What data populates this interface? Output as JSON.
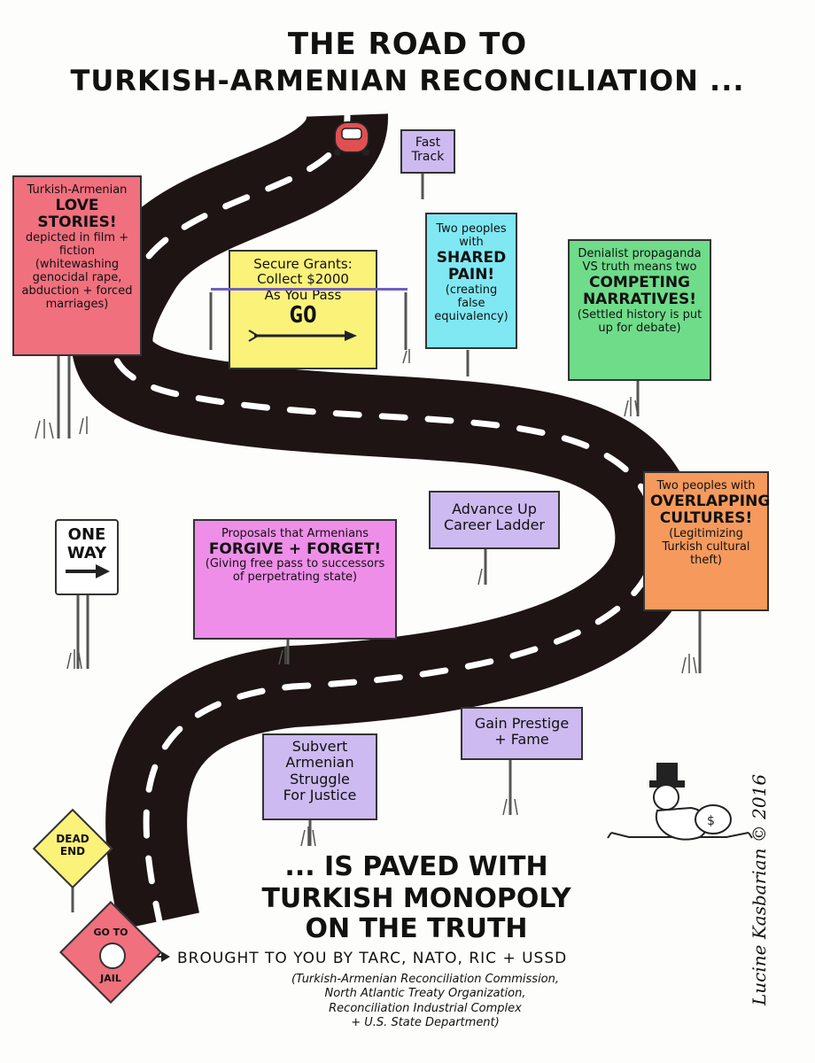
{
  "title": {
    "line1": "THE ROAD TO",
    "line2": "TURKISH-ARMENIAN RECONCILIATION ..."
  },
  "signs": {
    "fast_track": {
      "line1": "Fast",
      "line2": "Track"
    },
    "love_stories": {
      "pre": "Turkish-Armenian",
      "bold": "LOVE STORIES!",
      "rest": "depicted in film + fiction (whitewashing genocidal rape, abduction + forced marriages)"
    },
    "grants": {
      "line1": "Secure Grants:",
      "line2": "Collect $2000",
      "line3": "As You Pass",
      "go": "GO"
    },
    "shared_pain": {
      "pre": "Two peoples with",
      "bold": "SHARED PAIN!",
      "rest": "(creating false equivalency)"
    },
    "competing": {
      "pre": "Denialist propaganda VS truth means two",
      "bold": "COMPETING NARRATIVES!",
      "rest": "(Settled history is put up for debate)"
    },
    "overlapping": {
      "pre": "Two peoples with",
      "bold": "OVERLAPPING CULTURES!",
      "rest": "(Legitimizing Turkish cultural theft)"
    },
    "career": {
      "line1": "Advance Up",
      "line2": "Career Ladder"
    },
    "one_way": {
      "line1": "ONE",
      "line2": "WAY"
    },
    "forgive": {
      "pre": "Proposals that Armenians",
      "bold": "FORGIVE + FORGET!",
      "rest": "(Giving free pass to successors of perpetrating state)"
    },
    "prestige": {
      "line1": "Gain Prestige",
      "line2": "+ Fame"
    },
    "subvert": {
      "line1": "Subvert",
      "line2": "Armenian",
      "line3": "Struggle",
      "line4": "For Justice"
    },
    "dead_end": {
      "line1": "DEAD",
      "line2": "END"
    },
    "jail": {
      "line1": "GO TO",
      "line2": "JAIL"
    }
  },
  "bottom": {
    "line1": "... IS PAVED WITH",
    "line2": "TURKISH MONOPOLY",
    "line3": "ON THE TRUTH",
    "brought": "BROUGHT TO YOU BY TARC, NATO, RIC + USSD",
    "paren1": "(Turkish-Armenian Reconciliation Commission,",
    "paren2": "North Atlantic Treaty Organization,",
    "paren3": "Reconciliation Industrial Complex",
    "paren4": "+ U.S. State Department)"
  },
  "signature": "Lucine Kasbarian © 2016",
  "colors": {
    "road": "#1e1414",
    "dash": "#ffffff",
    "pink": "#f0707e",
    "yellow": "#fbf27a",
    "cyan": "#7fe8f3",
    "green": "#6fdc8a",
    "orange": "#f59a5c",
    "lavender": "#cdbaf0",
    "magenta": "#ee8ee8"
  }
}
